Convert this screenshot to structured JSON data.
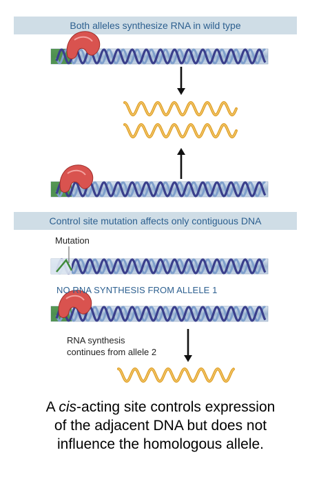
{
  "panel_top": {
    "banner": "Both alleles synthesize RNA in wild type"
  },
  "panel_bottom": {
    "banner": "Control site mutation affects only contiguous DNA",
    "mutation_label": "Mutation",
    "no_rna_label": "NO RNA SYNTHESIS FROM ALLELE 1",
    "rna_continues_line1": "RNA synthesis",
    "rna_continues_line2": "continues from allele 2"
  },
  "caption": {
    "part1": "A ",
    "italic": "cis",
    "part2": "-acting site controls expression",
    "line2": "of the adjacent DNA but does not",
    "line3": "influence the homologous allele."
  },
  "colors": {
    "banner_bg": "#cfdde6",
    "banner_text": "#2c5f8f",
    "dna_helix": "#3a3f8c",
    "dna_backbone": "#8aa8c8",
    "control_site": "#3f8a3a",
    "polymerase": "#d9534f",
    "rna": "#e0a12b"
  },
  "icons": [
    "rna-polymerase-icon",
    "down-arrow-icon",
    "up-arrow-icon",
    "dna-helix-icon",
    "rna-strand-icon"
  ]
}
